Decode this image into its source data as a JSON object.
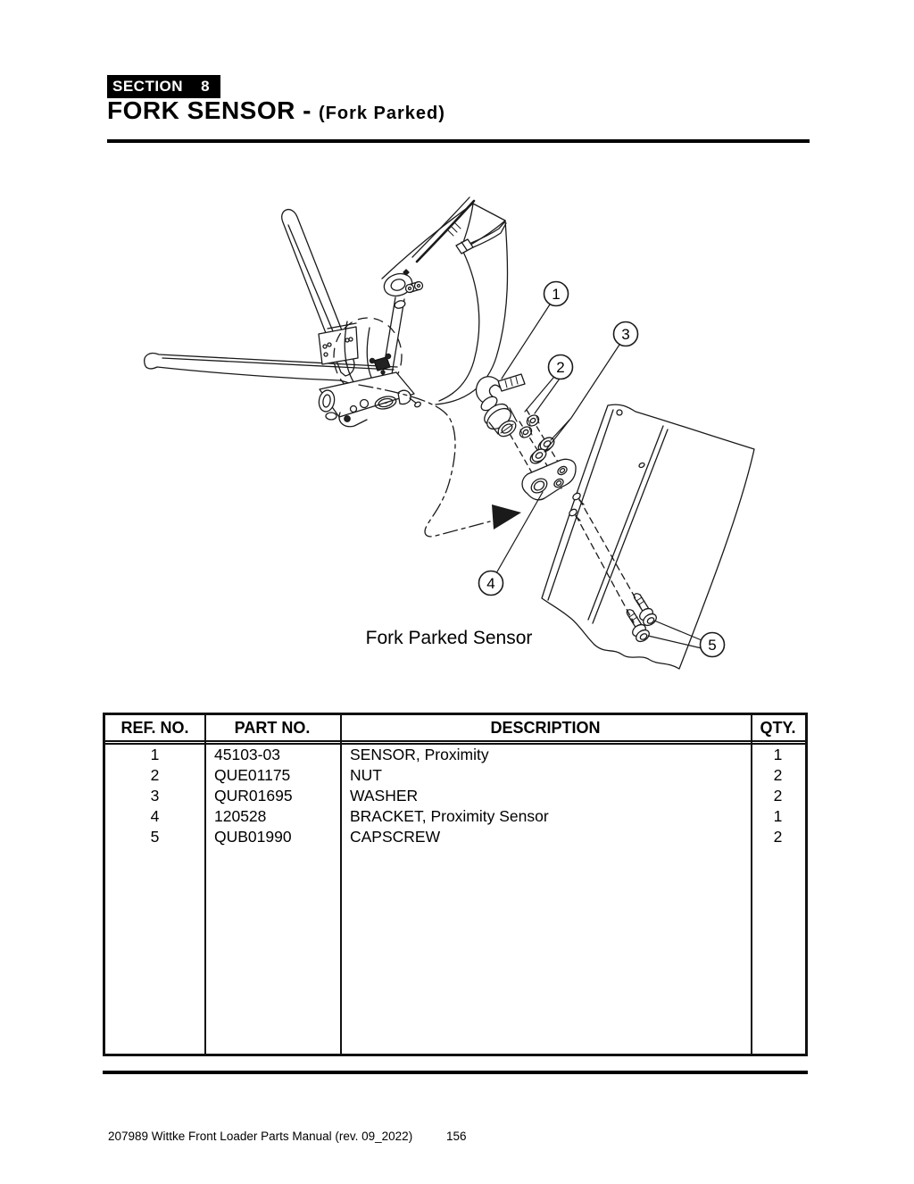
{
  "header": {
    "section_label": "SECTION",
    "section_number": "8",
    "title": "FORK SENSOR -",
    "title_suffix": "(Fork Parked)"
  },
  "diagram": {
    "caption": "Fork Parked Sensor",
    "callouts": [
      {
        "label": "1"
      },
      {
        "label": "2"
      },
      {
        "label": "3"
      },
      {
        "label": "4"
      },
      {
        "label": "5"
      }
    ]
  },
  "table": {
    "headers": [
      "REF. NO.",
      "PART NO.",
      "DESCRIPTION",
      "QTY."
    ],
    "rows": [
      {
        "ref": "1",
        "part": "45103-03",
        "desc": "SENSOR, Proximity",
        "qty": "1"
      },
      {
        "ref": "2",
        "part": "QUE01175",
        "desc": "NUT",
        "qty": "2"
      },
      {
        "ref": "3",
        "part": "QUR01695",
        "desc": "WASHER",
        "qty": "2"
      },
      {
        "ref": "4",
        "part": "120528",
        "desc": "BRACKET, Proximity Sensor",
        "qty": "1"
      },
      {
        "ref": "5",
        "part": "QUB01990",
        "desc": "CAPSCREW",
        "qty": "2"
      }
    ]
  },
  "footer": {
    "manual_info": "207989 Wittke Front Loader Parts Manual (rev. 09_2022)",
    "page_number": "156"
  }
}
